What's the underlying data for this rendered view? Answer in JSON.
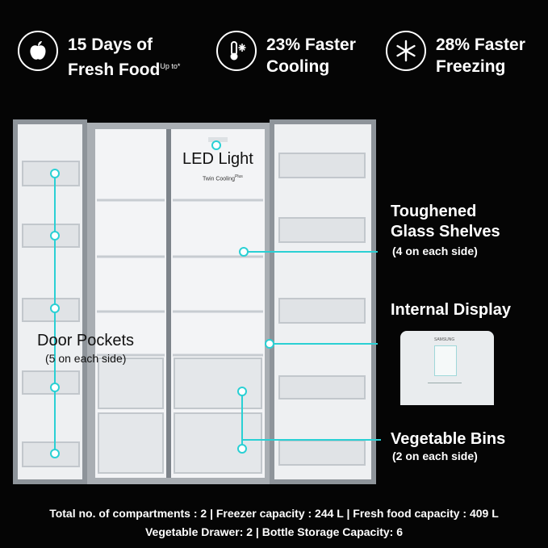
{
  "features": [
    {
      "icon": "apple-leaf-icon",
      "line1": "15 Days of",
      "line2": "Fresh Food",
      "sup": "Up to*"
    },
    {
      "icon": "thermometer-snowflake-icon",
      "line1": "23% Faster",
      "line2": "Cooling"
    },
    {
      "icon": "snowflake-icon",
      "line1": "28% Faster",
      "line2": "Freezing"
    }
  ],
  "led_label": "LED Light",
  "twin_cooling_label": "Twin Cooling",
  "twin_cooling_sup": "Plus",
  "door_pockets": {
    "title": "Door Pockets",
    "sub": "(5 on each side)"
  },
  "shelves": {
    "line1": "Toughened",
    "line2": "Glass Shelves",
    "sub": "(4 on each side)"
  },
  "display": {
    "title": "Internal Display",
    "brand": "SAMSUNG"
  },
  "veg_bins": {
    "title": "Vegetable Bins",
    "sub": "(2 on each side)"
  },
  "specs_line1": "Total no. of compartments : 2 | Freezer capacity : 244 L | Fresh food capacity : 409 L",
  "specs_line2": "Vegetable Drawer: 2 | Bottle Storage Capacity: 6",
  "colors": {
    "accent": "#2ad0d4",
    "fridge_silver": "#9aa0a6",
    "interior": "#f1f3f5"
  }
}
